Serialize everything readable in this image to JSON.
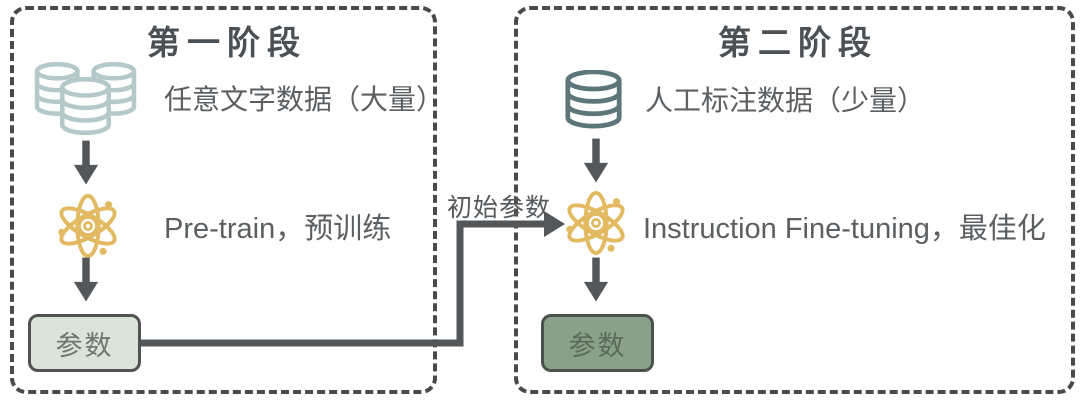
{
  "stage1": {
    "title": "第一阶段",
    "data_label": "任意文字数据（大量）",
    "process_label": "Pre-train，预训练",
    "param_label": "参数"
  },
  "stage2": {
    "title": "第二阶段",
    "data_label": "人工标注数据（少量）",
    "process_label": "Instruction Fine-tuning，最佳化",
    "param_label": "参数"
  },
  "connector": {
    "label": "初始参数"
  },
  "icons": {
    "stage1_data": "multi-database-icon",
    "stage2_data": "database-icon",
    "stage1_process": "atom-icon",
    "stage2_process": "atom-icon",
    "flow": "arrow-down-icon",
    "transfer": "connector-arrow"
  },
  "colors": {
    "dashed_border": "#4a4a4a",
    "arrow": "#53575a",
    "label_text": "#5b5f62",
    "title_text": "#4b5055",
    "database_light": "#b5c9cb",
    "database_dark": "#5c767b",
    "atom_gold": "#e2ba62",
    "param_box1_fill": "#dae4d9",
    "param_box1_text": "#6f766f",
    "param_box2_fill": "#8aa189",
    "param_box2_text": "#5a6b5a",
    "background": "#ffffff"
  }
}
